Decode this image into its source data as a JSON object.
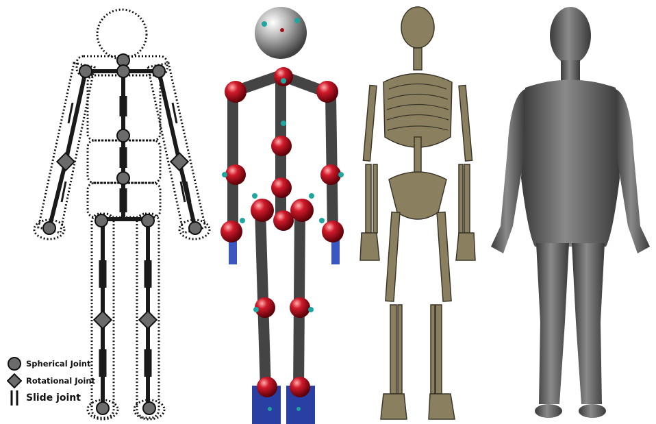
{
  "legend": {
    "spherical": "Spherical Joint",
    "rotational": "Rotational Joint",
    "slide": "Slide joint"
  },
  "colors": {
    "joint_gray": "#6b6b6b",
    "bone_dark": "#1a1a1a",
    "sphere_red": "#d11a2a",
    "marker_teal": "#1fa6a0",
    "foot_blue": "#2a3fa3",
    "hand_blue": "#3a58c0",
    "bone_ivory": "#8a8060",
    "skin_gray": "#6e6e6e"
  },
  "panels": [
    "joint-diagram",
    "sphere-rig",
    "skeleton",
    "body-surface"
  ]
}
